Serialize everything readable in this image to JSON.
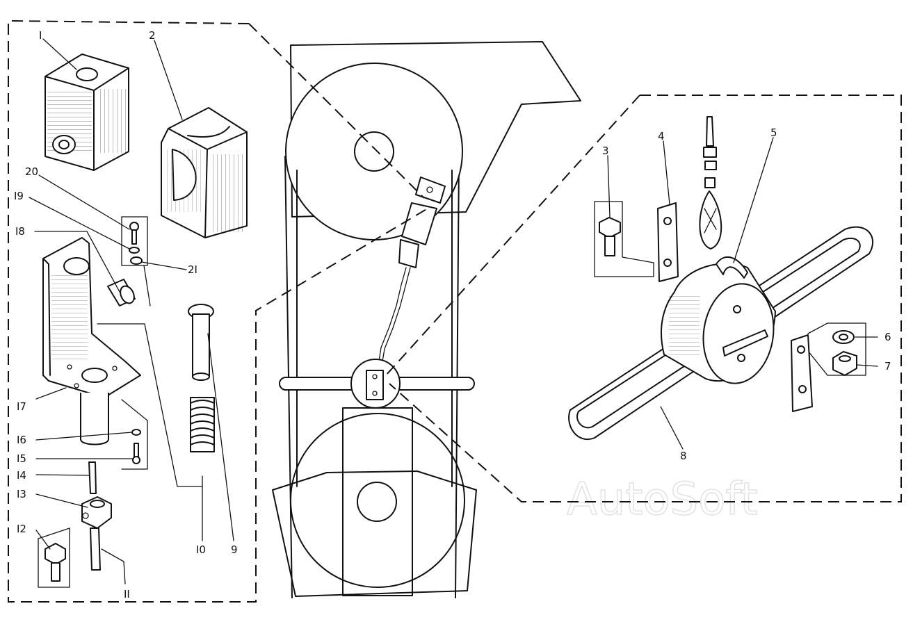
{
  "labels": {
    "p1": "I",
    "p2": "2",
    "p3": "3",
    "p4": "4",
    "p5": "5",
    "p6": "6",
    "p7": "7",
    "p8": "8",
    "p9": "9",
    "p10": "I0",
    "p11": "II",
    "p12": "I2",
    "p13": "I3",
    "p14": "I4",
    "p15": "I5",
    "p16": "I6",
    "p17": "I7",
    "p18": "I8",
    "p19": "I9",
    "p20": "20",
    "p21": "2I"
  },
  "watermark": "AutoSoft"
}
